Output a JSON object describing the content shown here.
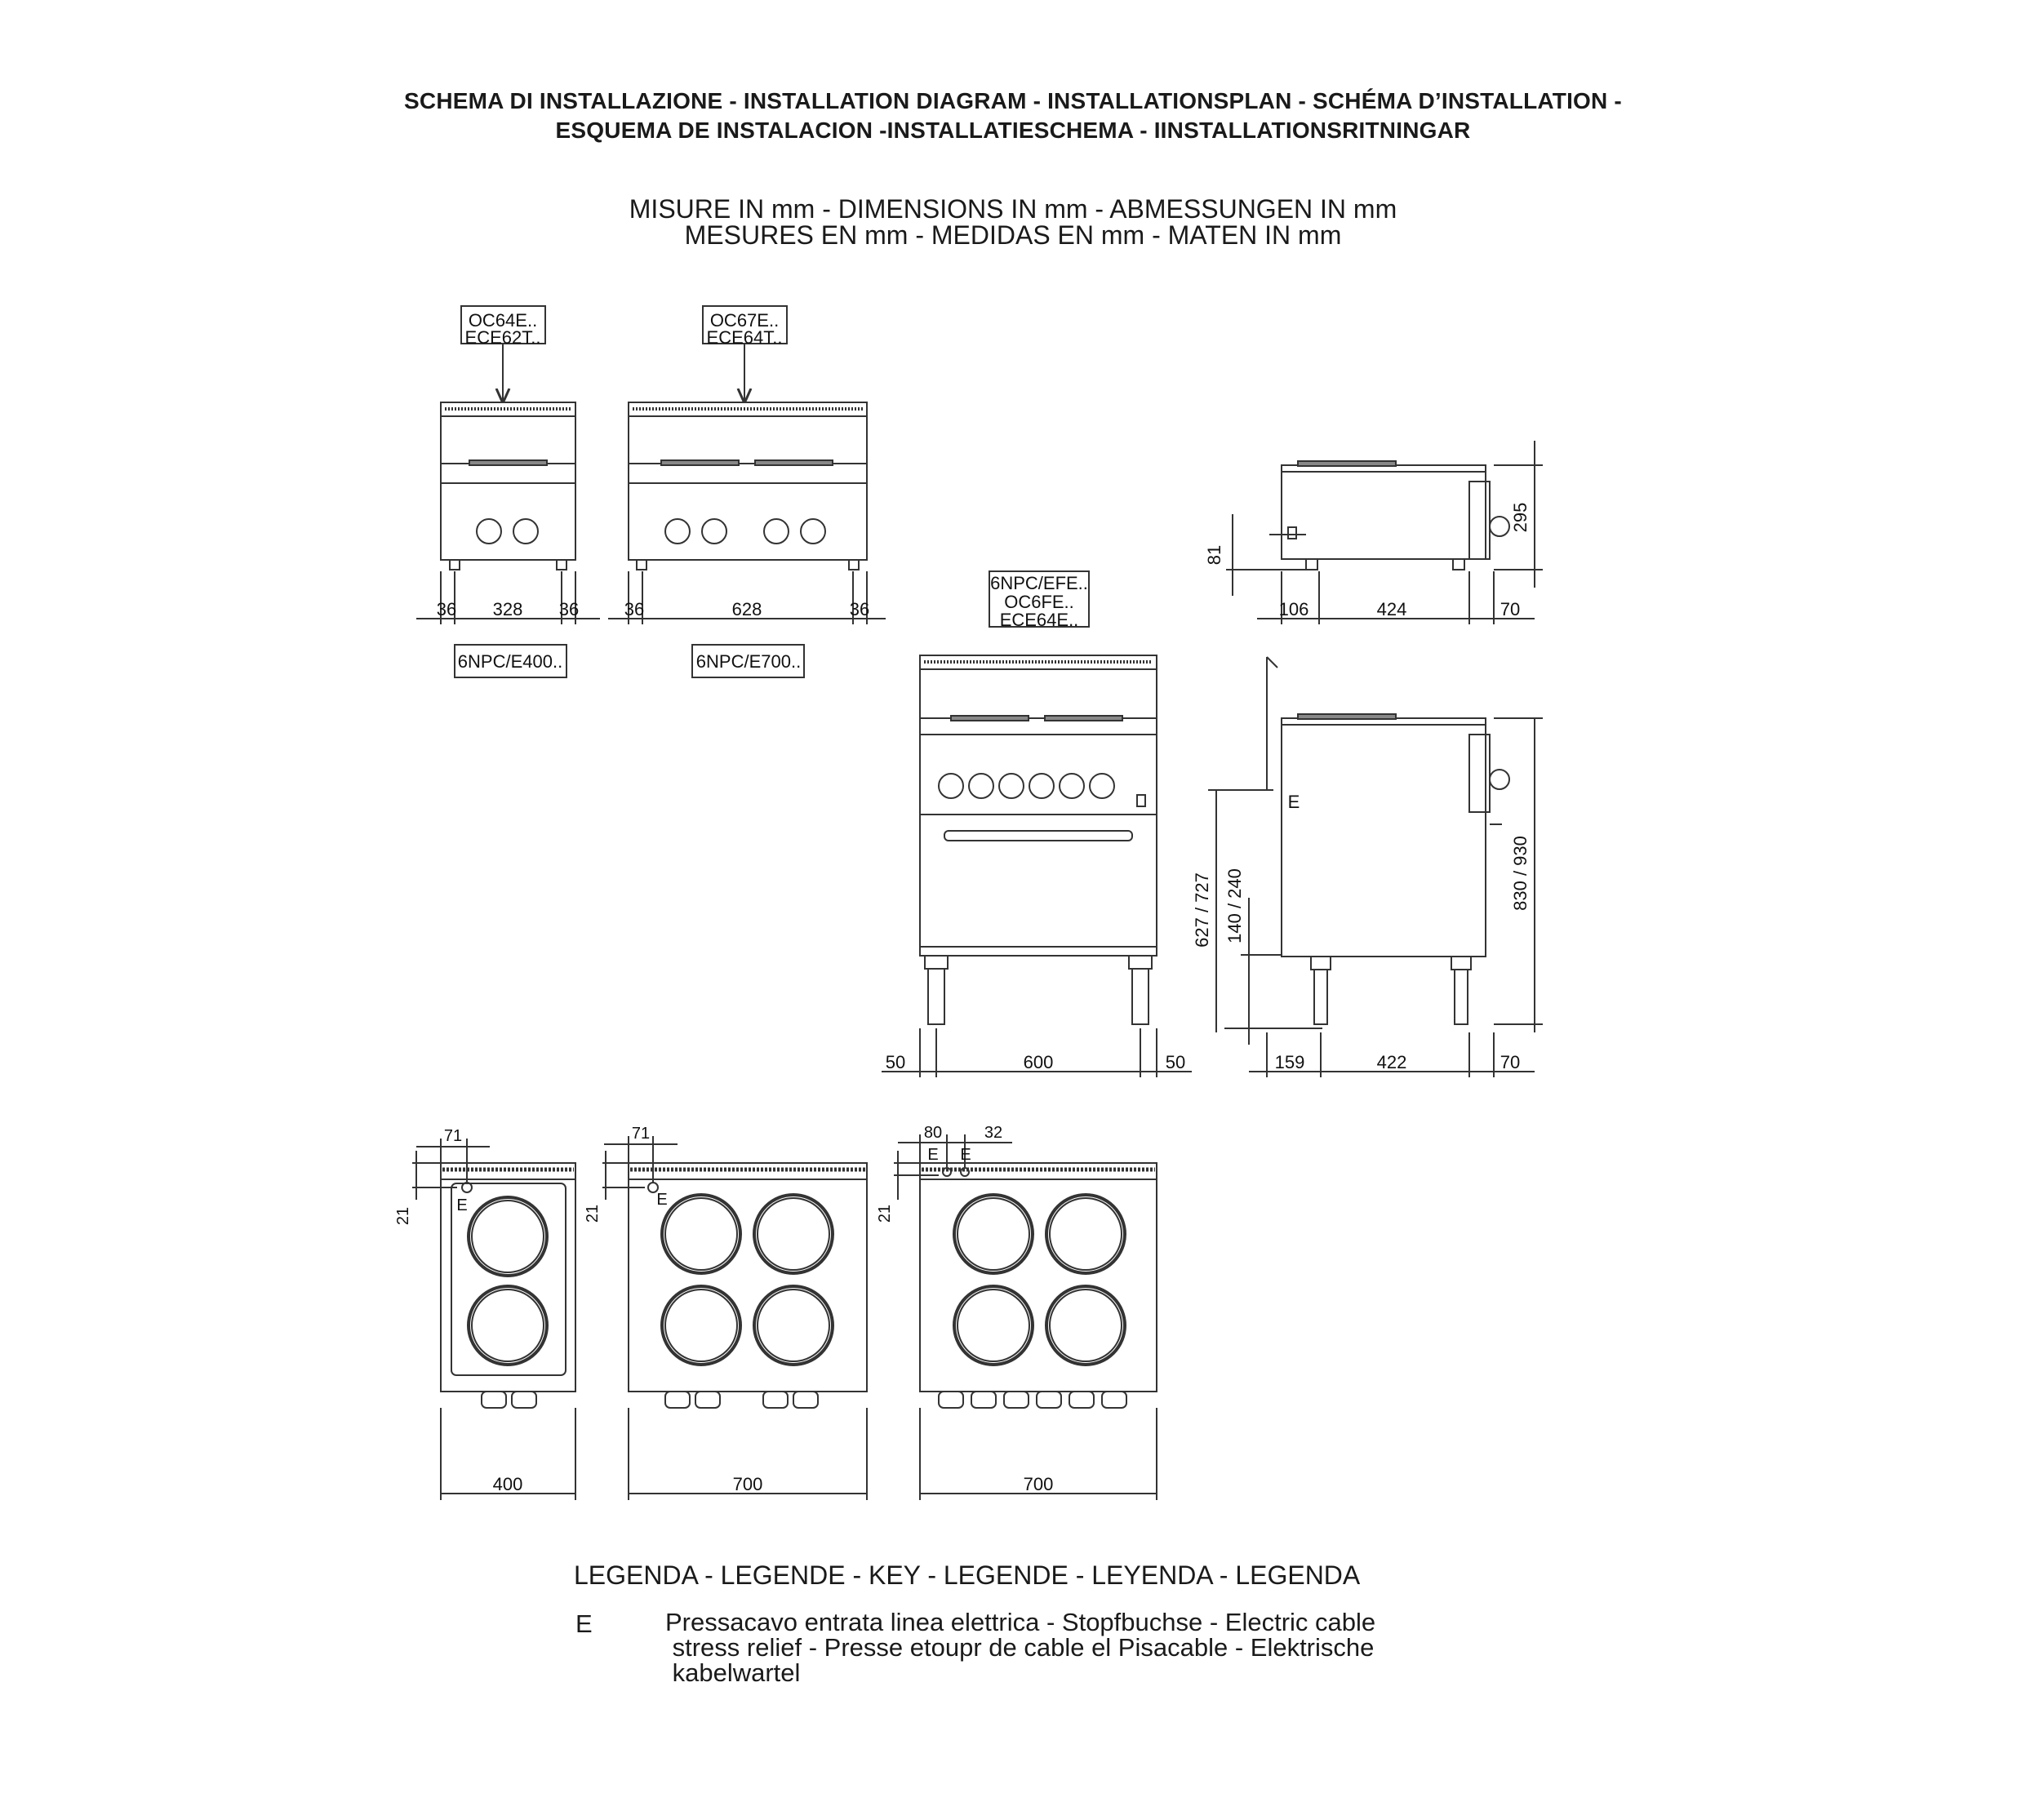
{
  "title": {
    "line1": "SCHEMA DI INSTALLAZIONE - INSTALLATION DIAGRAM - INSTALLATIONSPLAN - SCHÉMA D’INSTALLATION -",
    "line2": "ESQUEMA DE INSTALACION -INSTALLATIESCHEMA - IINSTALLATIONSRITNINGAR"
  },
  "units": {
    "line1": "MISURE IN mm - DIMENSIONS IN mm - ABMESSUNGEN IN mm",
    "line2": "MESURES EN mm - MEDIDAS EN mm - MATEN IN mm"
  },
  "models": {
    "small_top": [
      "OC64E..",
      "ECE62T.."
    ],
    "wide_top": [
      "OC67E..",
      "ECE64T.."
    ],
    "oven": [
      "6NPC/EFE..",
      "OC6FE..",
      "ECE64E.."
    ],
    "small_base": "6NPC/E400..",
    "wide_base": "6NPC/E700.."
  },
  "dims": {
    "small_front": [
      "36",
      "328",
      "36"
    ],
    "wide_front": [
      "36",
      "628",
      "36"
    ],
    "top_side": [
      "106",
      "424",
      "70"
    ],
    "top_side_height": "295",
    "top_side_cable": "81",
    "oven_front": [
      "50",
      "600",
      "50"
    ],
    "oven_side": [
      "159",
      "422",
      "70"
    ],
    "oven_height": "830 / 930",
    "oven_cable_a": "627 / 727",
    "oven_cable_b": "140 / 240",
    "plan1_width": "400",
    "plan2_width": "700",
    "plan3_width": "700",
    "plan1_offset": "71",
    "plan2_offset": "71",
    "plan3_offset_a": "80",
    "plan3_offset_b": "32",
    "plan_depth": "21",
    "cable_mark": "E"
  },
  "legend": {
    "title": "LEGENDA - LEGENDE - KEY - LEGENDE - LEYENDA - LEGENDA",
    "key": "E",
    "line1": "Pressacavo entrata linea elettrica - Stopfbuchse - Electric cable",
    "line2": " stress relief - Presse etoupr de cable el Pisacable - Elektrische",
    "line3": " kabelwartel"
  }
}
